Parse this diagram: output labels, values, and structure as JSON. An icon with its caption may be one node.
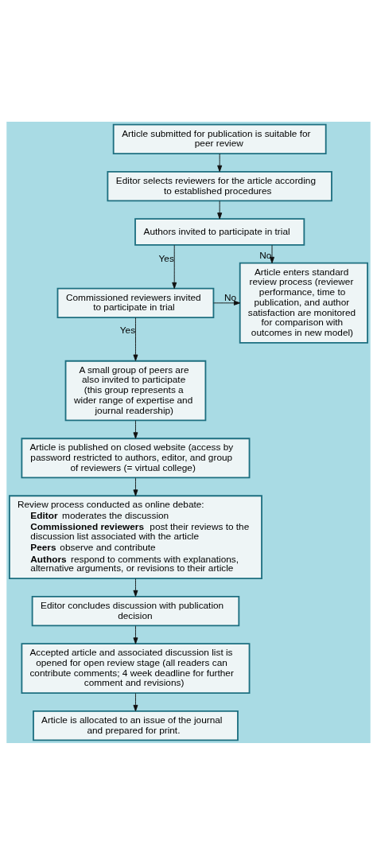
{
  "diagram": {
    "nodes": [
      {
        "text": [
          "Article submitted for publication is suitable for peer review"
        ]
      },
      {
        "text": [
          "Editor selects reviewers for the article according to established procedures"
        ]
      },
      {
        "text": [
          "Authors invited to participate in trial"
        ]
      },
      {
        "text": [
          "Commissioned reviewers invited to participate in trial"
        ]
      },
      {
        "text": [
          "Article enters standard review process (reviewer performance, time to publication, and author satisfaction are monitored for comparison with outcomes in new model)"
        ]
      },
      {
        "text": [
          "A small group of peers are also invited to participate (this group represents a wider range of expertise and journal readership)"
        ]
      },
      {
        "text": [
          "Article is published on closed website (access by password restricted to authors, editor, and group of reviewers (= virtual college)"
        ]
      },
      {
        "text": [
          "Review process conducted as online debate:",
          "**Editor** moderates the discussion",
          "**Commissioned reviewers** post their reviews to the discussion list associated with the article",
          "**Peers** observe and contribute",
          "**Authors** respond to comments with explanations, alternative arguments, or revisions to their article"
        ]
      },
      {
        "text": [
          "Editor concludes discussion with publication decision"
        ]
      },
      {
        "text": [
          "Accepted article and associated discussion list is opened for open review stage (all readers can contribute comments; 4 week deadline for further comment and revisions)"
        ]
      },
      {
        "text": [
          "Article is allocated to an issue of the journal and prepared for print."
        ]
      }
    ],
    "edges": [
      {
        "from": 0,
        "to": 1,
        "arrow": "to"
      },
      {
        "from": 1,
        "to": 2,
        "arrow": "to"
      },
      {
        "from": 2,
        "to": 3,
        "arrow": "to",
        "label": "Yes"
      },
      {
        "from": 2,
        "to": 4,
        "arrow": "to",
        "label": "No"
      },
      {
        "from": 3,
        "to": 5,
        "arrow": "to",
        "label": "Yes"
      },
      {
        "from": 3,
        "to": 4,
        "arrow": "to",
        "label": "No"
      },
      {
        "from": 5,
        "to": 6,
        "arrow": "to"
      },
      {
        "from": 6,
        "to": 7,
        "arrow": "to"
      },
      {
        "from": 7,
        "to": 8,
        "arrow": "to"
      },
      {
        "from": 8,
        "to": 9,
        "arrow": "to"
      },
      {
        "from": 9,
        "to": 10,
        "arrow": "to"
      }
    ]
  }
}
